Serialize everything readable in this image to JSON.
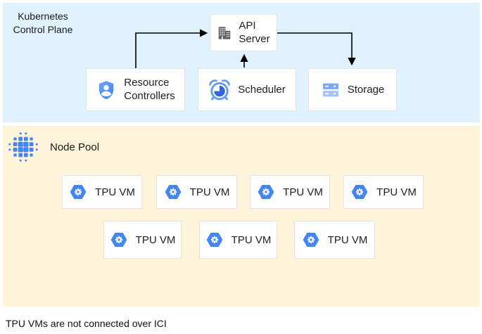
{
  "colors": {
    "control_plane_bg": "#e0f2fd",
    "node_pool_bg": "#fdf4da",
    "accent_blue": "#4285f4",
    "light_blue": "#5e97f6",
    "dark_blue": "#3367d6",
    "icon_gray": "#616161",
    "arrow": "#000000"
  },
  "control_plane": {
    "label": {
      "line1": "Kubernetes",
      "line2": "Control Plane"
    },
    "api_server": {
      "line1": "API",
      "line2": "Server"
    },
    "resource_controllers": {
      "line1": "Resource",
      "line2": "Controllers"
    },
    "scheduler": {
      "label": "Scheduler"
    },
    "storage": {
      "label": "Storage"
    }
  },
  "node_pool": {
    "label": "Node Pool",
    "vms": [
      {
        "label": "TPU VM"
      },
      {
        "label": "TPU VM"
      },
      {
        "label": "TPU VM"
      },
      {
        "label": "TPU VM"
      },
      {
        "label": "TPU VM"
      },
      {
        "label": "TPU VM"
      },
      {
        "label": "TPU VM"
      }
    ]
  },
  "caption": "TPU VMs are not connected over ICI"
}
